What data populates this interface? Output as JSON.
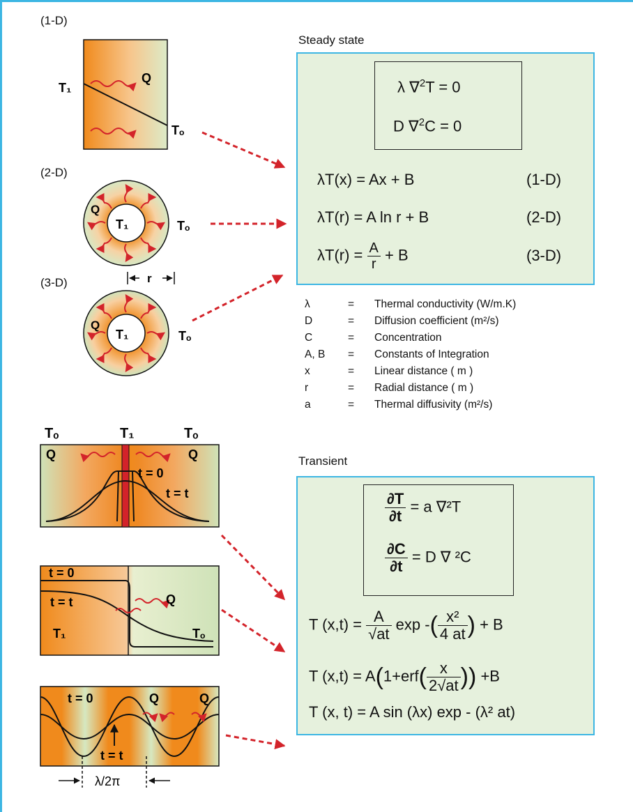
{
  "labels": {
    "oned": "(1-D)",
    "twod": "(2-D)",
    "threed": "(3-D)"
  },
  "sections": {
    "steady": "Steady state",
    "transient": "Transient"
  },
  "steady": {
    "laplace_T_prefix": "λ ∇",
    "laplace_T_suffix": "T  =  0",
    "laplace_C_prefix": "D ∇",
    "laplace_C_suffix": "C  =  0",
    "eq1": "λT(x) = Ax  + B",
    "tag1": "(1-D)",
    "eq2": "λT(r) = A ln r  + B",
    "tag2": "(2-D)",
    "eq3_prefix": "λT(r) =",
    "eq3_num": "A",
    "eq3_den": "r",
    "eq3_suffix": "+ B",
    "tag3": "(3-D)"
  },
  "legend": [
    {
      "sym": "λ",
      "eq": "=",
      "def": "Thermal conductivity (W/m.K)"
    },
    {
      "sym": "D",
      "eq": "=",
      "def": "Diffusion coefficient (m²/s)"
    },
    {
      "sym": "C",
      "eq": "=",
      "def": "Concentration"
    },
    {
      "sym": "A, B",
      "eq": "=",
      "def": "Constants of Integration"
    },
    {
      "sym": "x",
      "eq": "=",
      "def": "Linear distance ( m )"
    },
    {
      "sym": "r",
      "eq": "=",
      "def": "Radial distance ( m )"
    },
    {
      "sym": "a",
      "eq": "=",
      "def": "Thermal diffusivity (m²/s)"
    }
  ],
  "transient": {
    "dT_num": "∂T",
    "dT_den": "∂t",
    "dT_rhs": "= a ∇²T",
    "dC_num": "∂C",
    "dC_den": "∂t",
    "dC_rhs": "= D ∇ ²C",
    "e1_lhs": "T (x,t)  =",
    "e1_num": "A",
    "e1_den": "√at",
    "e1_mid": "exp -",
    "e1_in_num": "x²",
    "e1_in_den": "4 at",
    "e1_tail": "+ B",
    "e2_lhs": "T (x,t)  = A",
    "e2_mid": "1+erf",
    "e2_in_num": "x",
    "e2_in_den": "2√at",
    "e2_tail": "+B",
    "e3": "T (x, t)  = A sin (λx) exp - (λ² at)"
  },
  "diagrams": {
    "T1": "T₁",
    "To": "Tₒ",
    "Q": "Q",
    "r": "r",
    "t0": "t = 0",
    "tt": "t = t",
    "lambda_period": "λ/2π"
  }
}
